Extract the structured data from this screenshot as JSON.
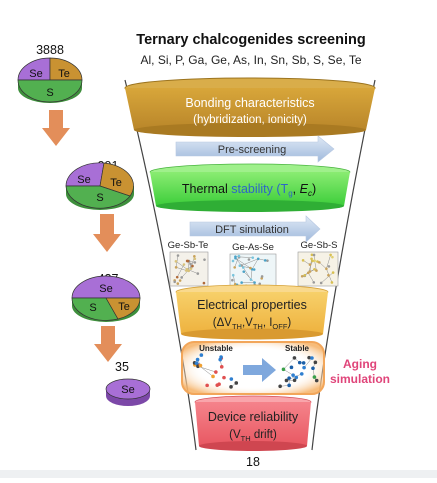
{
  "header": {
    "title": "Ternary chalcogenides screening",
    "elements": "Al, Si, P, Ga, Ge, As, In, Sn, Sb, S, Se, Te"
  },
  "counts": [
    "3888",
    "991",
    "427",
    "35",
    "18"
  ],
  "pies": [
    {
      "labels": [
        "Se",
        "Te",
        "S"
      ]
    },
    {
      "labels": [
        "Se",
        "Te",
        "S"
      ]
    },
    {
      "labels": [
        "Se",
        "S",
        "Te"
      ]
    },
    {
      "labels": [
        "Se"
      ]
    }
  ],
  "stages": {
    "bonding": {
      "line1": "Bonding characteristics",
      "line2": "(hybridization, ionicity)"
    },
    "prescreening": "Pre-screening",
    "thermal": {
      "text1": "Thermal ",
      "text2": "stability",
      "text3": " (T",
      "sub1": "g",
      "text4": ", ",
      "text5": "E",
      "sub2": "c",
      "text6": ")"
    },
    "dft": "DFT simulation",
    "materials": [
      "Ge-Sb-Te",
      "Ge-As-Se",
      "Ge-Sb-S"
    ],
    "electrical": {
      "line1": "Electrical properties",
      "l2a": "(ΔV",
      "l2a_sub": "TH",
      "l2b": ",V",
      "l2b_sub": "TH",
      "l2c": ", I",
      "l2c_sub": "OFF",
      "l2d": ")"
    },
    "aging": {
      "unstable": "Unstable",
      "stable": "Stable",
      "label1": "Aging",
      "label2": "simulation"
    },
    "device": {
      "line1": "Device reliability",
      "l2a": "(V",
      "l2a_sub": "TH",
      "l2b": " drift)"
    }
  },
  "colors": {
    "se": "#a86fd6",
    "te": "#c99232",
    "s": "#52b050",
    "arrow": "#e38e5a",
    "bonding": "#c6962c",
    "thermal": "#5fe04e",
    "electrical": "#f0bf4f",
    "device": "#ef6a73",
    "aging_text": "#e0457a"
  }
}
